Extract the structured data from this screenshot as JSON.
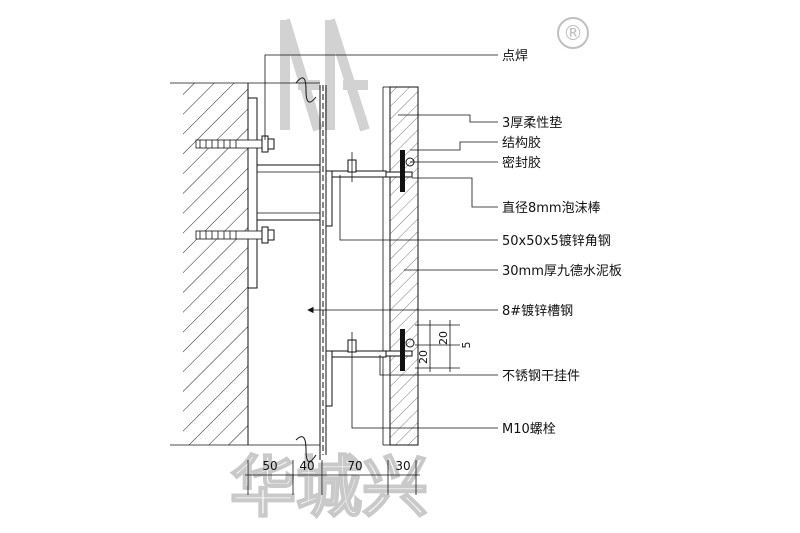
{
  "labels": {
    "spot_weld": "点焊",
    "flexible_pad": "3厚柔性垫",
    "structural_glue": "结构胶",
    "sealant": "密封胶",
    "foam_rod": "直径8mm泡沫棒",
    "angle_steel": "50x50x5镀锌角钢",
    "cement_board": "30mm厚九德水泥板",
    "channel_steel": "8#镀锌槽钢",
    "stainless_hanger": "不锈钢干挂件",
    "bolt": "M10螺栓"
  },
  "dimensions": {
    "bottom": [
      "50",
      "40",
      "70",
      "30"
    ],
    "right": [
      "20",
      "20",
      "5"
    ]
  },
  "watermark": {
    "text": "华城兴",
    "registered_mark": "®",
    "logo": "AA"
  }
}
